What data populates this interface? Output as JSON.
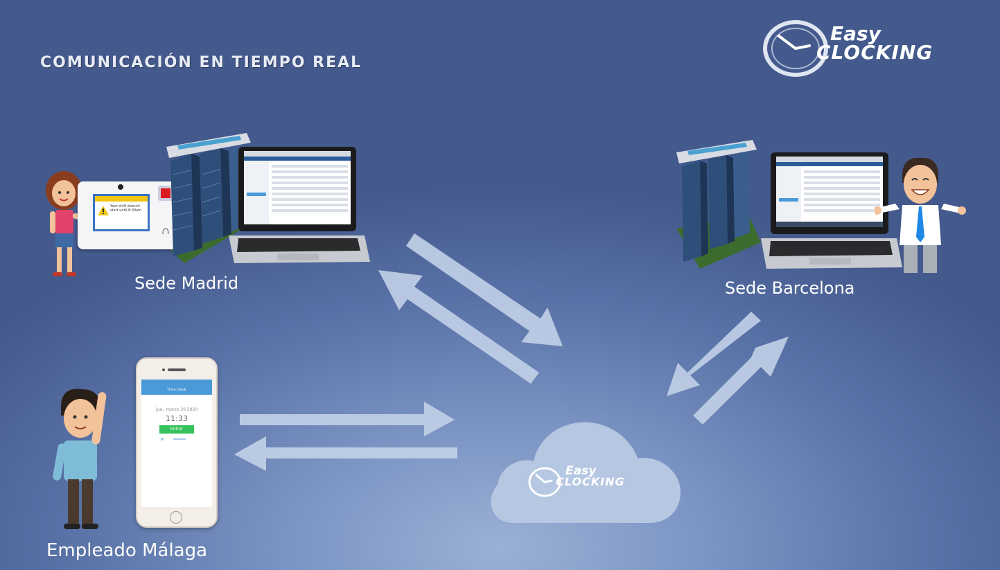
{
  "header": {
    "title": "COMUNICACIÓN EN TIEMPO REAL"
  },
  "brand": {
    "easy": "Easy",
    "clocking": "CLOCKING"
  },
  "nodes": {
    "madrid": {
      "label": "Sede Madrid"
    },
    "barcelona": {
      "label": "Sede Barcelona"
    },
    "malaga": {
      "label": "Empleado Málaga"
    }
  },
  "clock_terminal": {
    "screen_text": "Your shift doesn't start until 8:00am"
  },
  "phone_app": {
    "app_title": "Time Clock",
    "date": "jue., marzo 26 2020",
    "time": "11:33",
    "button": "Entrar"
  },
  "colors": {
    "arrow": "#c3d1e8",
    "cloud": "#b6c7e2",
    "accent_green": "#36c25b",
    "app_blue": "#4a9ad8"
  }
}
